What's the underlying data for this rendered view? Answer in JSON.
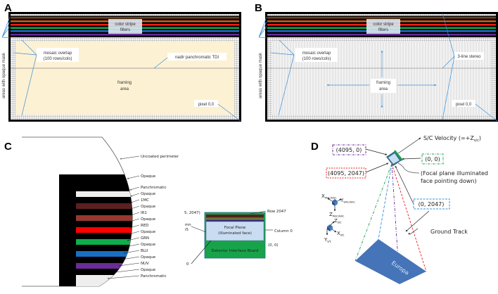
{
  "panels": {
    "A": {
      "label": "A",
      "side_label": "areas with opaque mask",
      "callout_filters_1": "color stripe",
      "callout_filters_2": "filters",
      "callout_overlap_1": "mosaic overlap",
      "callout_overlap_2": "(100 rows/cols)",
      "callout_tdi": "nadir panchromatic TDI",
      "callout_framing_1": "framing",
      "callout_framing_2": "area",
      "callout_pixel": "pixel 0,0",
      "colors": {
        "framing": "#fdf1d4",
        "stripe_brown": "#7b3f1a",
        "stripe_orange": "#c8611e",
        "stripe_red": "#ee1c1c",
        "stripe_green": "#17a34a",
        "stripe_blue": "#1e6fc9",
        "stripe_purple": "#6a2a9a",
        "leader": "#3b8fd6"
      }
    },
    "B": {
      "label": "B",
      "side_label": "areas with opaque mask",
      "callout_filters_1": "color stripe",
      "callout_filters_2": "filters",
      "callout_overlap_1": "mosaic overlap",
      "callout_overlap_2": "(100 rows/cols)",
      "callout_stereo": "3-line stereo",
      "callout_framing_1": "framing",
      "callout_framing_2": "area",
      "callout_pixel": "pixel 0,0"
    },
    "C": {
      "label": "C",
      "stripe_labels": [
        "Uncoated perimeter",
        "Opaque",
        "Panchromatic",
        "Opaque",
        "1MC",
        "Opaque",
        "IR1",
        "Opaque",
        "RED",
        "Opaque",
        "GRN",
        "Opaque",
        "BLU",
        "Opaque",
        "NUV",
        "Opaque",
        "Panchromatic"
      ],
      "focal_plane_title_1": "Focal Plane",
      "focal_plane_title_2": "(illuminated face)",
      "board_label": "Detector Interface Board",
      "row_label": "Row 2047",
      "col_label": "Column 0",
      "origin_label": "(0, 0)",
      "corner_label": "5, 2047)",
      "cut_col_1": "mn",
      "cut_col_2": "i5",
      "cut_zero": "0"
    },
    "D": {
      "label": "D",
      "velocity_label": "S/C Velocity (=+Z",
      "velocity_sub": "s/c",
      "velocity_close": ")",
      "corner_4095_0": "(4095, 0)",
      "corner_0_0": "(0, 0)",
      "corner_4095_2047": "(4095, 2047)",
      "corner_0_2047": "(0, 2047)",
      "note_1": "(Focal plane illuminated",
      "note_2": "face pointing down)",
      "axes_wac": {
        "x": "X",
        "y": "Y",
        "z": "Z",
        "sub": "WAC/NAC"
      },
      "axes_sc": {
        "x": "X",
        "y": "Y",
        "z": "Z",
        "sub": "s/c"
      },
      "ground_track": "Ground Track",
      "target": "Europa"
    }
  }
}
